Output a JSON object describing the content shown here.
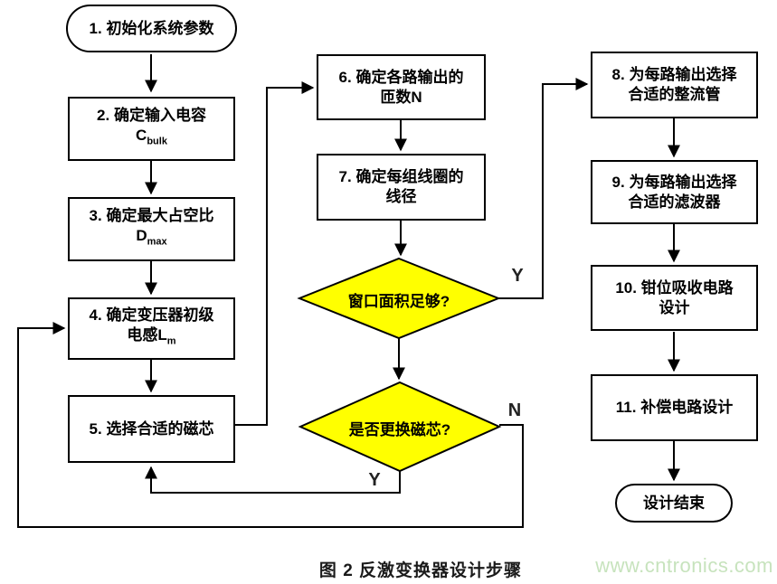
{
  "colors": {
    "decision_fill": "#ffff00",
    "line": "#000000",
    "watermark": "#c7e3bd"
  },
  "nodes": {
    "start": {
      "label": "1. 初始化系统参数"
    },
    "step2": {
      "line1": "2. 确定输入电容",
      "symbol": "C",
      "symbol_sub": "bulk"
    },
    "step3": {
      "line1": "3. 确定最大占空比",
      "symbol": "D",
      "symbol_sub": "max"
    },
    "step4": {
      "line1": "4. 确定变压器初级",
      "line2_prefix": "电感",
      "symbol": "L",
      "symbol_sub": "m"
    },
    "step5": {
      "label": "5. 选择合适的磁芯"
    },
    "step6": {
      "line1": "6. 确定各路输出的",
      "line2": "匝数N"
    },
    "step7": {
      "line1": "7. 确定每组线圈的",
      "line2": "线径"
    },
    "decision1": {
      "label": "窗口面积足够?"
    },
    "decision2": {
      "label": "是否更换磁芯?"
    },
    "step8": {
      "line1": "8. 为每路输出选择",
      "line2": "合适的整流管"
    },
    "step9": {
      "line1": "9. 为每路输出选择",
      "line2": "合适的滤波器"
    },
    "step10": {
      "line1": "10. 钳位吸收电路",
      "line2": "设计"
    },
    "step11": {
      "label": "11. 补偿电路设计"
    },
    "end": {
      "label": "设计结束"
    }
  },
  "edge_labels": {
    "decision1_yes": "Y",
    "decision2_no": "N",
    "decision2_yes": "Y"
  },
  "figure": {
    "caption": "图 2 反激变换器设计步骤",
    "watermark": "www.cntronics.com"
  }
}
